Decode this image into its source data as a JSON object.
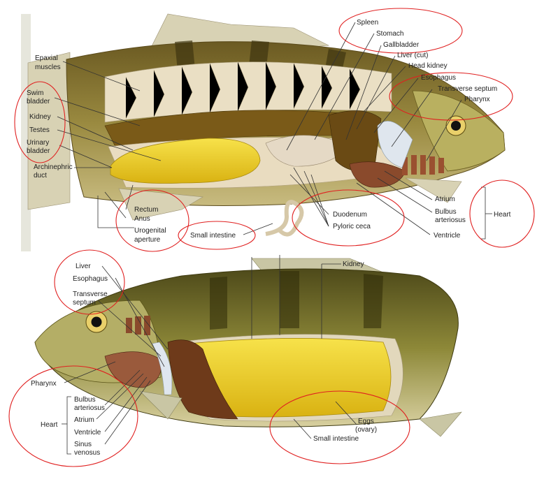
{
  "top_fish": {
    "labels": {
      "epaxial": [
        "Epaxial",
        "muscles"
      ],
      "swim_bladder": [
        "Swim",
        "bladder"
      ],
      "kidney": "Kidney",
      "testes": "Testes",
      "urinary_bladder": [
        "Urinary",
        "bladder"
      ],
      "archinephric_duct": [
        "Archinephric",
        "duct"
      ],
      "rectum": "Rectum",
      "anus": "Anus",
      "urogenital_aperture": [
        "Urogenital",
        "aperture"
      ],
      "small_intestine": "Small intestine",
      "duodenum": "Duodenum",
      "pyloric_ceca": "Pyloric ceca",
      "spleen": "Spleen",
      "stomach": "Stomach",
      "gallbladder": "Gallbladder",
      "liver_cut": "Liver (cut)",
      "head_kidney": "Head kidney",
      "esophagus": "Esophagus",
      "transverse_septum": "Transverse septum",
      "pharynx": "Pharynx",
      "atrium": "Atrium",
      "bulbus_arteriosus": [
        "Bulbus",
        "arteriosus"
      ],
      "ventricle": "Ventricle",
      "heart": "Heart"
    }
  },
  "bottom_fish": {
    "labels": {
      "liver": "Liver",
      "esophagus": "Esophagus",
      "transverse_septum": [
        "Transverse",
        "septum"
      ],
      "kidney": "Kidney",
      "pharynx": "Pharynx",
      "bulbus_arteriosus": [
        "Bulbus",
        "arteriosus"
      ],
      "atrium": "Atrium",
      "ventricle": "Ventricle",
      "sinus_venosus": [
        "Sinus",
        "venosus"
      ],
      "heart": "Heart",
      "eggs_ovary": [
        "Eggs",
        "(ovary)"
      ],
      "small_intestine": "Small intestine"
    }
  },
  "colors": {
    "highlight_circle": "#e02020",
    "egg_yellow": "#f2d21a",
    "fish_skin": "#8a7a3a",
    "muscle": "#e8dcc0"
  }
}
